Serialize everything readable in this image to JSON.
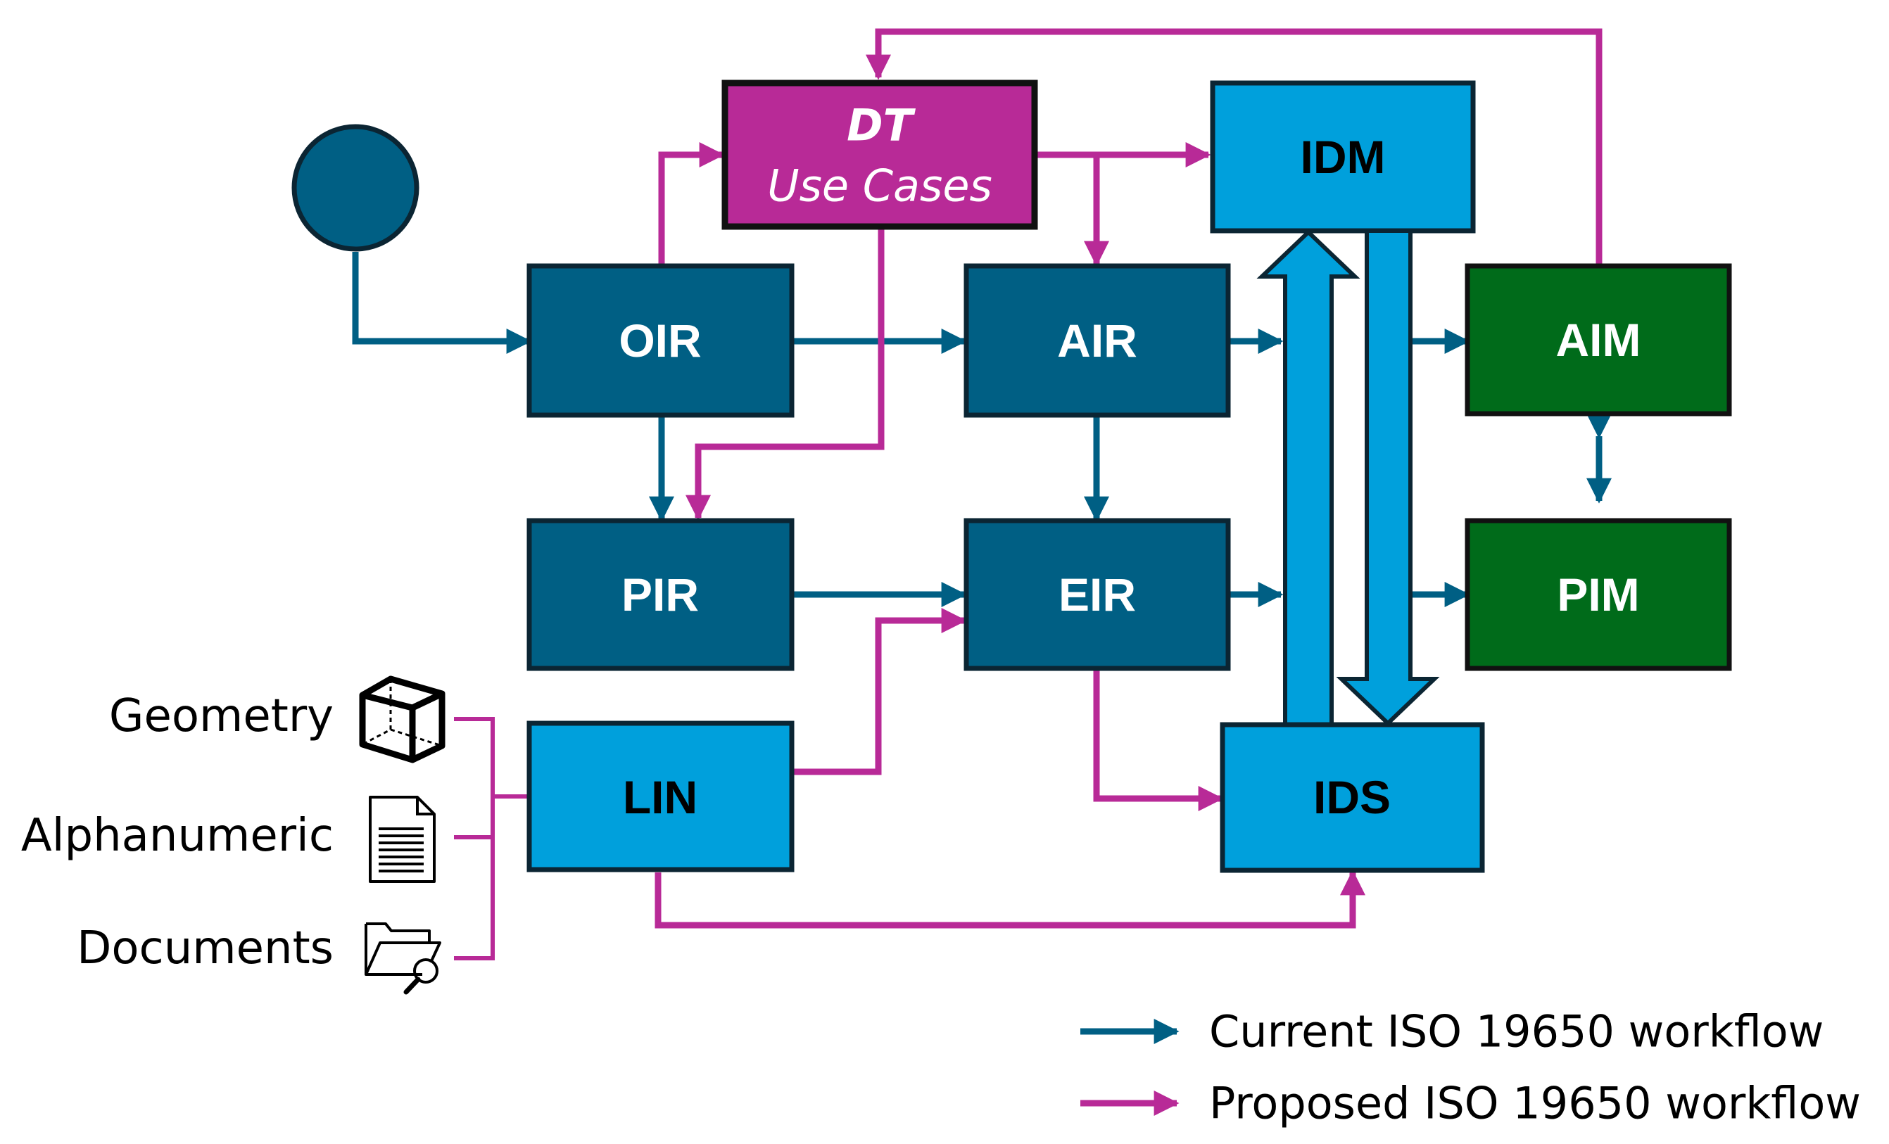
{
  "colors": {
    "dark_blue": "#005F84",
    "light_blue": "#00A0DC",
    "green": "#006B1A",
    "magenta": "#B82A97",
    "box_border": "#0B2533",
    "dt_border": "#111111"
  },
  "nodes": {
    "dt": {
      "title": "DT",
      "subtitle": "Use Cases"
    },
    "oir": {
      "label": "OIR"
    },
    "air": {
      "label": "AIR"
    },
    "pir": {
      "label": "PIR"
    },
    "eir": {
      "label": "EIR"
    },
    "idm": {
      "label": "IDM"
    },
    "ids": {
      "label": "IDS"
    },
    "aim": {
      "label": "AIM"
    },
    "pim": {
      "label": "PIM"
    },
    "lin": {
      "label": "LIN"
    }
  },
  "inputs": [
    {
      "label": "Geometry",
      "icon": "cube-icon"
    },
    {
      "label": "Alphanumeric",
      "icon": "document-icon"
    },
    {
      "label": "Documents",
      "icon": "folder-search-icon"
    }
  ],
  "legend": {
    "current": "Current ISO 19650 workflow",
    "proposed": "Proposed ISO 19650 workflow"
  }
}
